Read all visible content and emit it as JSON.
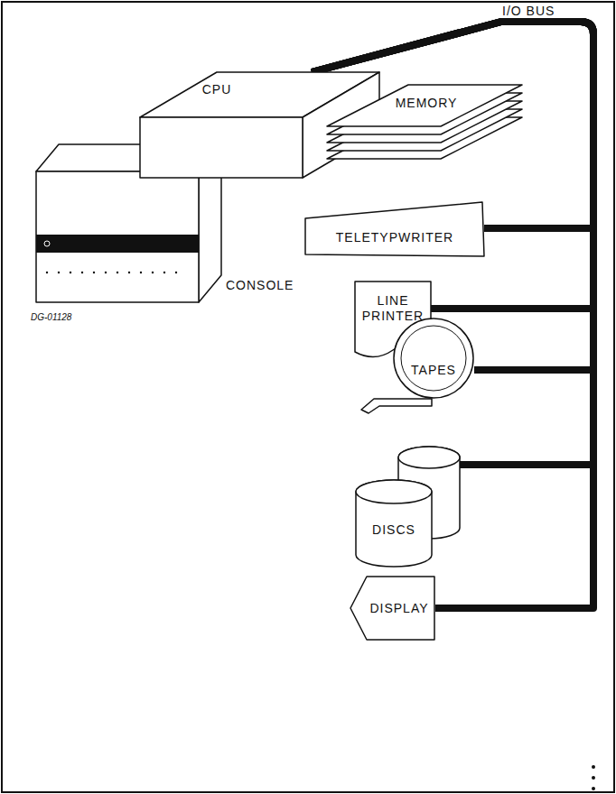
{
  "diagram": {
    "nodes": [
      {
        "text": [
          "CONSOLE"
        ]
      },
      {
        "text": [
          "CPU"
        ]
      },
      {
        "text": [
          "MEMORY"
        ]
      },
      {
        "text": [
          "TELETYPWRITER"
        ]
      },
      {
        "text": [
          "LINE PRINTER"
        ]
      },
      {
        "text": [
          "TAPES"
        ]
      },
      {
        "text": [
          "DISCS"
        ]
      },
      {
        "text": [
          "DISPLAY"
        ]
      }
    ],
    "edges": [
      {
        "from": 0,
        "to": 1,
        "arrow": "none"
      },
      {
        "from": 1,
        "to": 2,
        "arrow": "none"
      },
      {
        "from": 1,
        "to": 3,
        "arrow": "none"
      },
      {
        "from": 1,
        "to": 4,
        "arrow": "none"
      },
      {
        "from": 1,
        "to": 5,
        "arrow": "none"
      },
      {
        "from": 1,
        "to": 6,
        "arrow": "none"
      },
      {
        "from": 1,
        "to": 7,
        "arrow": "none"
      }
    ],
    "labels": [
      "I/O BUS",
      "DG-01128"
    ]
  }
}
